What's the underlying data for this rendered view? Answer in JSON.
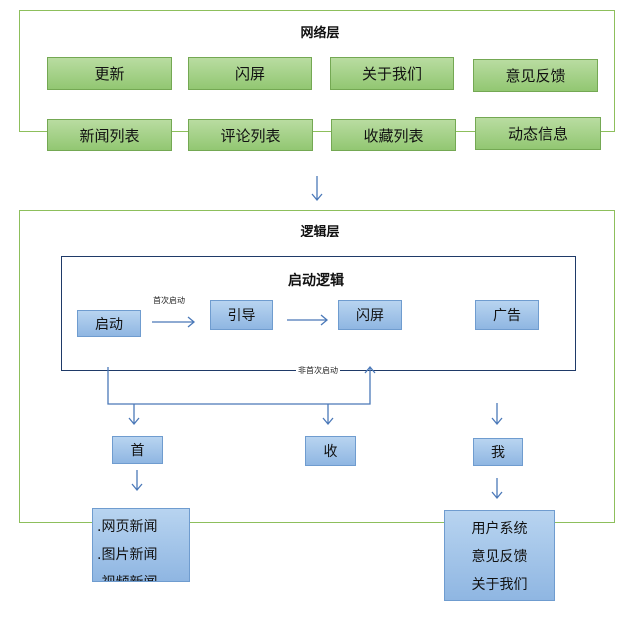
{
  "network_layer": {
    "title": "网络层",
    "row1": [
      "更新",
      "闪屏",
      "关于我们",
      "意见反馈"
    ],
    "row2": [
      "新闻列表",
      "评论列表",
      "收藏列表",
      "动态信息"
    ]
  },
  "logic_layer": {
    "title": "逻辑层",
    "startup": {
      "title": "启动逻辑",
      "start": "启动",
      "guide": "引导",
      "splash": "闪屏",
      "ad": "广告",
      "first_launch_label": "首次启动",
      "non_first_launch_label": "非首次启动"
    },
    "tabs": {
      "home": "首",
      "favorites": "收",
      "me": "我"
    },
    "home_list": [
      ".网页新闻",
      ".图片新闻",
      ".视频新闻"
    ],
    "me_list": [
      "用户系统",
      "意见反馈",
      "关于我们"
    ]
  },
  "colors": {
    "green_frame": "#8dbf5c",
    "green_fill": "#a6d08a",
    "blue_fill": "#9fc2e8",
    "arrow": "#4a78b8",
    "navy_frame": "#1f3a68"
  }
}
